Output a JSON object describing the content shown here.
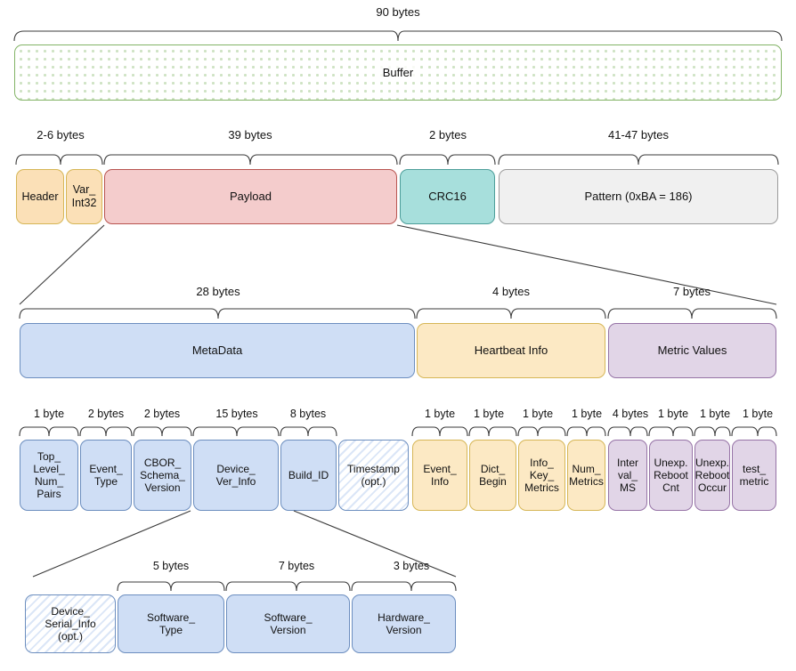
{
  "diagram": {
    "title": "Packet byte layout",
    "colors": {
      "buffer_border": "#82b366",
      "orange": "#fbe0b7",
      "red": "#f4cccc",
      "teal": "#a7dfdc",
      "grey": "#f0f0f0",
      "blue": "#cfdef5",
      "yellow": "#fce9c4",
      "purple": "#e1d5e7",
      "line": "#3b3b3b"
    },
    "rows": [
      {
        "id": "row-buffer",
        "size_labels": [
          {
            "text": "90 bytes"
          }
        ],
        "boxes": [
          {
            "label": "Buffer",
            "style": "buffer"
          }
        ]
      },
      {
        "id": "row-frame",
        "size_labels": [
          {
            "text": "2-6 bytes"
          },
          {
            "text": "39 bytes"
          },
          {
            "text": "2 bytes"
          },
          {
            "text": "41-47 bytes"
          }
        ],
        "boxes": [
          {
            "label": "Header",
            "style": "orange"
          },
          {
            "label": "Var_\nInt32",
            "style": "orange"
          },
          {
            "label": "Payload",
            "style": "red"
          },
          {
            "label": "CRC16",
            "style": "teal"
          },
          {
            "label": "Pattern (0xBA = 186)",
            "style": "grey"
          }
        ]
      },
      {
        "id": "row-payload",
        "size_labels": [
          {
            "text": "28 bytes"
          },
          {
            "text": "4 bytes"
          },
          {
            "text": "7 bytes"
          }
        ],
        "boxes": [
          {
            "label": "MetaData",
            "style": "blue"
          },
          {
            "label": "Heartbeat Info",
            "style": "yellow"
          },
          {
            "label": "Metric Values",
            "style": "purple"
          }
        ]
      },
      {
        "id": "row-fields",
        "size_labels": [
          {
            "text": "1 byte"
          },
          {
            "text": "2 bytes"
          },
          {
            "text": "2 bytes"
          },
          {
            "text": "15 bytes"
          },
          {
            "text": "8 bytes"
          },
          {
            "text": "1 byte"
          },
          {
            "text": "1 byte"
          },
          {
            "text": "1 byte"
          },
          {
            "text": "1 byte"
          },
          {
            "text": "4 bytes"
          },
          {
            "text": "1 byte"
          },
          {
            "text": "1 byte"
          },
          {
            "text": "1 byte"
          }
        ],
        "boxes": [
          {
            "label": "Top_\nLevel_\nNum_\nPairs",
            "style": "blue"
          },
          {
            "label": "Event_\nType",
            "style": "blue"
          },
          {
            "label": "CBOR_\nSchema_\nVersion",
            "style": "blue"
          },
          {
            "label": "Device_\nVer_Info",
            "style": "blue"
          },
          {
            "label": "Build_ID",
            "style": "blue"
          },
          {
            "label": "Timestamp\n(opt.)",
            "style": "hatch-blue"
          },
          {
            "label": "Event_\nInfo",
            "style": "yellow"
          },
          {
            "label": "Dict_\nBegin",
            "style": "yellow"
          },
          {
            "label": "Info_\nKey_\nMetrics",
            "style": "yellow"
          },
          {
            "label": "Num_\nMetrics",
            "style": "yellow"
          },
          {
            "label": "Inter\nval_\nMS",
            "style": "purple"
          },
          {
            "label": "Unexp.\nReboot\nCnt",
            "style": "purple"
          },
          {
            "label": "Unexp.\nReboot\nOccur",
            "style": "purple"
          },
          {
            "label": "test_\nmetric",
            "style": "purple"
          }
        ]
      },
      {
        "id": "row-devver",
        "size_labels": [
          {
            "text": "5 bytes"
          },
          {
            "text": "7 bytes"
          },
          {
            "text": "3 bytes"
          }
        ],
        "boxes": [
          {
            "label": "Device_\nSerial_Info\n(opt.)",
            "style": "hatch-blue"
          },
          {
            "label": "Software_\nType",
            "style": "blue"
          },
          {
            "label": "Software_\nVersion",
            "style": "blue"
          },
          {
            "label": "Hardware_\nVersion",
            "style": "blue"
          }
        ]
      }
    ]
  }
}
